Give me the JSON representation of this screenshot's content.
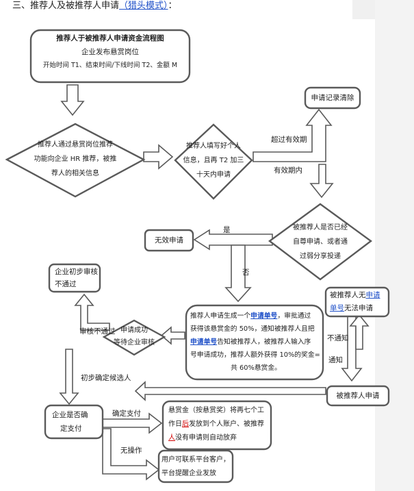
{
  "heading": {
    "prefix": "三、推荐人及被推荐人申请",
    "mode_link": "（猎头模式）",
    "suffix": "："
  },
  "box_top": {
    "title": "推荐人于被推荐人申请资金流程图",
    "line1": "企业发布悬赏岗位",
    "line2": "开始时间 T1、结束时间/下线时间 T2、金额 M"
  },
  "diamond_referrer": {
    "lines": [
      "推荐人通过悬赏岗位推荐",
      "功能向企业 HR 推荐，被推",
      "荐人的相关信息"
    ]
  },
  "diamond_fill_info": {
    "lines": [
      "推荐人填写好个人",
      "信息，且再 T2 加三",
      "十天内申请"
    ]
  },
  "box_clear": {
    "text": "申请记录清除"
  },
  "labels": {
    "overdue": "超过有效期",
    "within": "有效期内",
    "yes": "是",
    "no": "否",
    "audit_fail": "审核不通过",
    "initial_confirm": "初步确定候选人",
    "no_notify": "不通知",
    "notify": "通知",
    "confirm_pay": "确定支付",
    "no_action": "无操作"
  },
  "diamond_already": {
    "lines": [
      "被推荐人是否已经",
      "自尊申请、或者通",
      "过弱分享投递"
    ]
  },
  "box_invalid": {
    "text": "无效申请"
  },
  "box_fail_initial": {
    "lines": [
      "企业初步审核",
      "不通过"
    ]
  },
  "box_apply_main": {
    "l1_pre": "推荐人申请生成一个",
    "link1": "申请单号",
    "l1_post": "，审批通过",
    "l2": "获得该悬赏金的 50%，通知被推荐人且把",
    "link2": "申请单号",
    "l3_post": "告知被推荐人，被推荐人输入序",
    "l4": "号申请成功，推荐人额外获得 10%的奖金=",
    "l5": "共 60%悬赏金。"
  },
  "diamond_success": {
    "lines": [
      "申请成功",
      "等待企业审核"
    ]
  },
  "box_no_number": {
    "pre": "被推荐人无",
    "link_a": "申请",
    "link_b": "单号",
    "post": "无法申请"
  },
  "box_candidate_apply": {
    "text": "被推荐人申请"
  },
  "box_pay_decision": {
    "lines": [
      "企业是否确",
      "定支付"
    ]
  },
  "box_reward": {
    "l1": "悬赏金（按悬赏奖）将再七个工",
    "l2_pre": "作日",
    "l2_red": "后",
    "l2_post": "发放到个人账户、被推荐",
    "l3_red": "人",
    "l3_post": "没有申请则自动放弃"
  },
  "box_contact": {
    "lines": [
      "用户可联系平台客户，",
      "平台提醒企业发放"
    ]
  }
}
